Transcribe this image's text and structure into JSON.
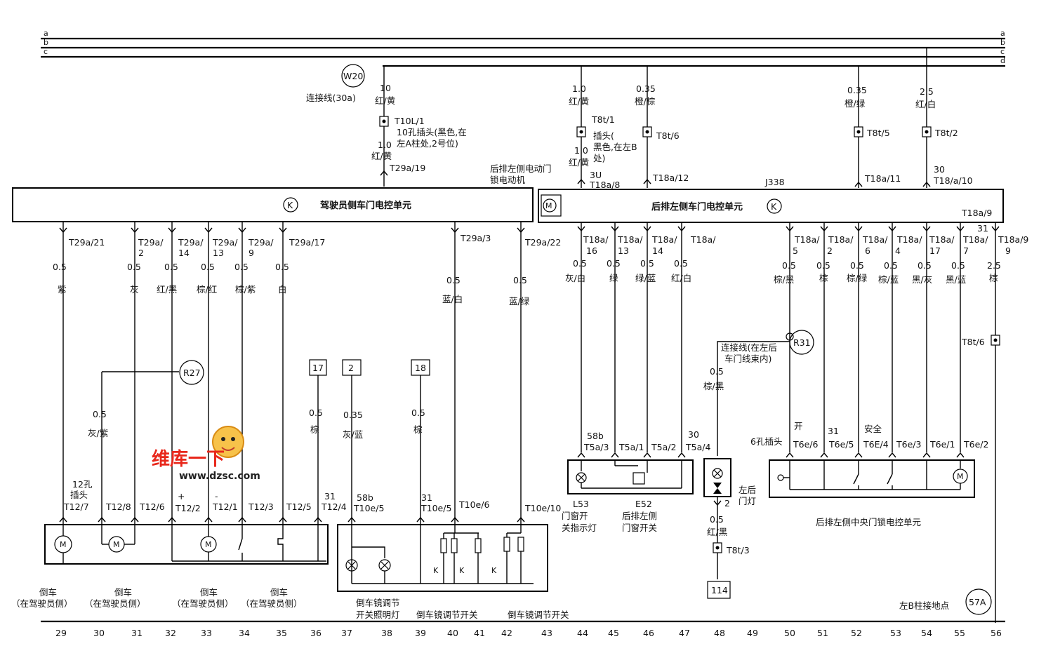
{
  "buses": [
    "a",
    "b",
    "c",
    "d"
  ],
  "ecu_driver": {
    "name": "驾驶员侧车门电控单元"
  },
  "ecu_rear": {
    "name": "后排左侧车门电控单元",
    "code": "J338",
    "t18a9": "T18a/9"
  },
  "w20": {
    "label": "W20",
    "desc": "连接线(30a)",
    "wire_size": "10",
    "wire_color": "红/黄",
    "pin": "T10L/1",
    "conn_desc": [
      "10孔插头(黑色,在",
      "左A柱处,2号位)"
    ],
    "size2": "1.0",
    "color2": "红/黄",
    "ecu_pin": "T29a/19"
  },
  "motor_label": [
    "后排左侧电动门",
    "锁电动机"
  ],
  "top_rear": {
    "c1": {
      "size": "1.0",
      "color": "红/黄",
      "pin": "T8t/1",
      "desc": [
        "插头(",
        "黑色,在左B",
        "处)"
      ],
      "size2": "1.0",
      "color2": "红/黄",
      "pin_a": "3U",
      "pin_b": "T18a/8"
    },
    "c2": {
      "size": "0.35",
      "color": "橙/棕",
      "pin": "T8t/6",
      "ecu_pin": "T18a/12"
    },
    "c3": {
      "size": "0.35",
      "color": "橙/绿",
      "pin": "T8t/5",
      "ecu_pin": "T18a/11"
    },
    "c4": {
      "size": "2.5",
      "color": "红/白",
      "pin": "T8t/2",
      "pin_a": "30",
      "ecu_pin": "T18/a/10"
    }
  },
  "driver_wires": [
    {
      "pin": [
        "T29a/21"
      ],
      "size": "0.5",
      "color": "紫"
    },
    {
      "pin": [
        "T29a/",
        "2"
      ],
      "size": "0.5",
      "color": "灰"
    },
    {
      "pin": [
        "T29a/",
        "14"
      ],
      "size": "0.5",
      "color": "红/黑"
    },
    {
      "pin": [
        "T29a/",
        "13"
      ],
      "size": "0.5",
      "color": "棕/红"
    },
    {
      "pin": [
        "T29a/",
        "9"
      ],
      "size": "0.5",
      "color": "棕/紫"
    },
    {
      "pin": [
        "T29a/17"
      ],
      "size": "0.5",
      "color": "白"
    },
    {
      "pin": [
        "T29a/3"
      ],
      "size": "0.5",
      "color": "蓝/白"
    },
    {
      "pin": [
        "T29a/22"
      ],
      "size": "0.5",
      "color": "蓝/绿"
    }
  ],
  "rear_wires_mid": [
    {
      "pin": [
        "T18a/",
        "16"
      ],
      "size": "0.5",
      "color": "灰/白"
    },
    {
      "pin": [
        "T18a/",
        "13"
      ],
      "size": "0.5",
      "color": "绿"
    },
    {
      "pin": [
        "T18a/",
        "14"
      ],
      "size": "0.5",
      "color": "绿/蓝"
    },
    {
      "pin": [
        "T18a/"
      ],
      "size": "0.5",
      "color": "红/白"
    }
  ],
  "rear_wires_right": [
    {
      "pin": [
        "T18a/",
        "5"
      ],
      "size": "0.5",
      "color": "棕/黑"
    },
    {
      "pin": [
        "T18a/",
        "2"
      ],
      "size": "0.5",
      "color": "棕"
    },
    {
      "pin": [
        "T18a/",
        "6"
      ],
      "size": "0.5",
      "color": "棕/绿"
    },
    {
      "pin": [
        "T18a/",
        "4"
      ],
      "size": "0.5",
      "color": "棕/蓝"
    },
    {
      "pin": [
        "T18a/",
        "17"
      ],
      "size": "0.5",
      "color": "黑/灰"
    },
    {
      "pin": [
        "T18a/",
        "7"
      ],
      "size": "0.5",
      "color": "黑/蓝"
    },
    {
      "pin": [
        "T18a/9",
        "9"
      ],
      "pin_a": "31",
      "size": "2.5",
      "color": "棕"
    }
  ],
  "r27": {
    "label": "R27",
    "size": "0.5",
    "color": "灰/紫"
  },
  "r31": {
    "label": "R31",
    "desc": [
      "连接线(在左后",
      "车门线束内)"
    ],
    "size": "0.5",
    "color": "棕/黑"
  },
  "refs": {
    "r17": {
      "label": "17",
      "size": "0.5",
      "color": "棕"
    },
    "r2": {
      "label": "2",
      "size": "0.35",
      "color": "灰/蓝"
    },
    "r18": {
      "label": "18",
      "size": "0.5",
      "color": "棕"
    }
  },
  "t12": {
    "desc": [
      "12孔",
      "插头"
    ],
    "pins": [
      "T12/7",
      "T12/8",
      "T12/6",
      "T12/2",
      "T12/1",
      "T12/3",
      "T12/5",
      "T12/4"
    ],
    "plus": "+",
    "minus": "-",
    "p31": "31"
  },
  "t10e": {
    "p58b": "58b",
    "p31": "31",
    "pins": [
      "T10e/5",
      "T10e/5",
      "T10e/6",
      "T10e/10"
    ],
    "k": "K"
  },
  "t5a": {
    "p58b": "58b",
    "p30": "30",
    "pins": [
      "T5a/3",
      "T5a/1",
      "T5a/2",
      "T5a/4"
    ]
  },
  "t6e": {
    "desc": "6孔插头",
    "open": "开",
    "p31": "31",
    "safe": "安全",
    "pins": [
      "T6e/6",
      "T6e/5",
      "T6E/4",
      "T6e/3",
      "T6e/1",
      "T6e/2"
    ]
  },
  "left_light": {
    "label": [
      "左后",
      "门灯"
    ],
    "pin2": "2",
    "size": "0.5",
    "color": "红/黑",
    "pin": "T8t/3",
    "ref": "114"
  },
  "t8t6": "T8t/6",
  "ground": {
    "label": "左B柱接地点",
    "ref": "57A"
  },
  "component_labels": {
    "mirror1": [
      "倒车",
      "（在驾驶员侧）"
    ],
    "mirror2": [
      "倒车",
      "（在驾驶员侧）"
    ],
    "mirror3": [
      "倒车",
      "（在驾驶员侧）"
    ],
    "mirror4": [
      "倒车",
      "（在驾驶员侧）"
    ],
    "lamp": [
      "倒车镜调节",
      "开关照明灯"
    ],
    "sw1": "倒车镜调节开关",
    "sw2": "倒车镜调节开关",
    "l53": [
      "L53",
      "门窗开",
      "关指示灯"
    ],
    "e52": [
      "E52",
      "后排左侧",
      "门窗开关"
    ],
    "central": "后排左侧中央门锁电控单元"
  },
  "watermark": {
    "text": "维库一下",
    "url": "www.dzsc.com"
  },
  "grid": [
    "29",
    "30",
    "31",
    "32",
    "33",
    "34",
    "35",
    "36",
    "37",
    "38",
    "39",
    "40",
    "41",
    "42",
    "43",
    "44",
    "45",
    "46",
    "47",
    "48",
    "49",
    "50",
    "51",
    "52",
    "53",
    "54",
    "55",
    "56"
  ]
}
